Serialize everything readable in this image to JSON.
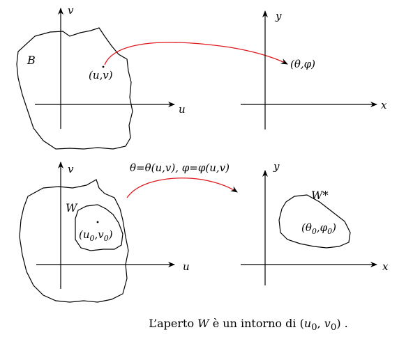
{
  "top_left": {
    "axis_v": "v",
    "axis_u": "u",
    "region": "B",
    "point": "(u,v)"
  },
  "top_right": {
    "axis_y": "y",
    "axis_x": "x",
    "point": "(θ,φ)"
  },
  "bottom_left": {
    "axis_v": "v",
    "axis_u": "u",
    "region_outer": "",
    "region_inner": "W",
    "point_u": "(u",
    "point_u_sub": "0",
    "point_sep": ",v",
    "point_v_sub": "0",
    "point_close": ")"
  },
  "bottom_right": {
    "axis_y": "y",
    "axis_x": "x",
    "region": "W*",
    "pt_theta": "(θ",
    "pt_theta_sub": "0",
    "pt_sep": ",φ",
    "pt_phi_sub": "0",
    "pt_close": ")"
  },
  "mapping_formula": "θ=θ(u,v), φ=φ(u,v)",
  "caption": {
    "prefix": "L’aperto ",
    "W": "W",
    "middle": " è un intorno di ",
    "tuple_open": "(",
    "u": "u",
    "u_sub": "0",
    "comma": ", ",
    "v": "v",
    "v_sub": "0",
    "tuple_close": ")",
    "end": " ."
  },
  "colors": {
    "arrow": "#e0161b",
    "ink": "#000000"
  }
}
